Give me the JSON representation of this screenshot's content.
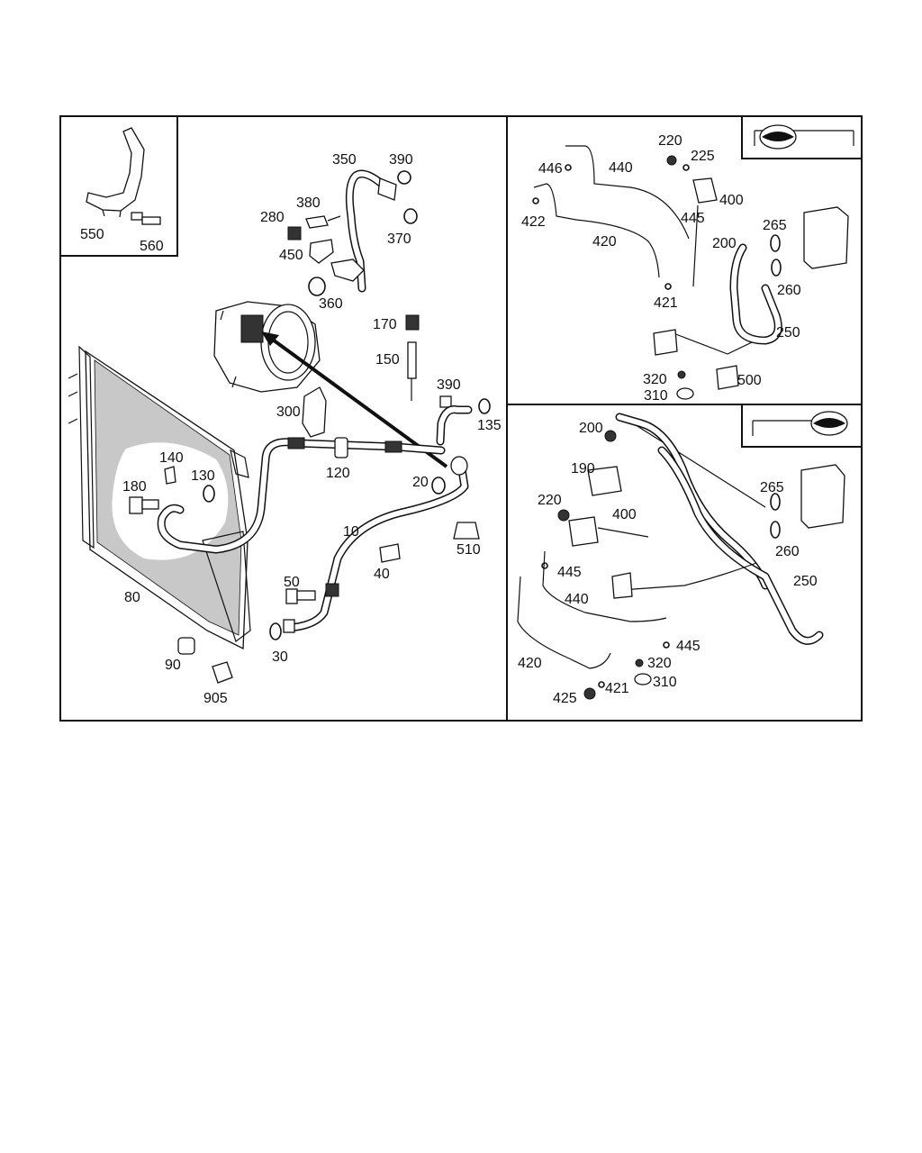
{
  "labels": {
    "l550": "550",
    "l560": "560",
    "l350": "350",
    "l390a": "390",
    "l380": "380",
    "l280": "280",
    "l370": "370",
    "l450": "450",
    "l360": "360",
    "l170": "170",
    "l150": "150",
    "l390b": "390",
    "l135": "135",
    "l300": "300",
    "l140": "140",
    "l180": "180",
    "l130": "130",
    "l120": "120",
    "l20": "20",
    "l10": "10",
    "l510": "510",
    "l50": "50",
    "l40": "40",
    "l80": "80",
    "l30": "30",
    "l90": "90",
    "l905": "905",
    "r220a": "220",
    "r225": "225",
    "r446": "446",
    "r440a": "440",
    "r400a": "400",
    "r422": "422",
    "r445a": "445",
    "r420a": "420",
    "r200a": "200",
    "r265a": "265",
    "r421a": "421",
    "r260a": "260",
    "r250a": "250",
    "r320a": "320",
    "r500": "500",
    "r310a": "310",
    "b200": "200",
    "b190": "190",
    "b220": "220",
    "b400": "400",
    "b265": "265",
    "b445a": "445",
    "b260": "260",
    "b440": "440",
    "b250": "250",
    "b445b": "445",
    "b420": "420",
    "b320": "320",
    "b421": "421",
    "b310": "310",
    "b425": "425"
  }
}
